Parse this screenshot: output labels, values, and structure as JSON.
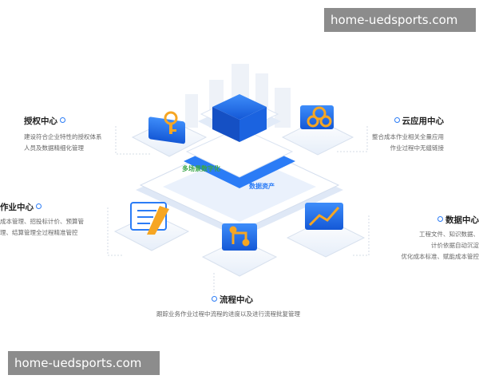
{
  "watermark": {
    "top": "home-uedsports.com",
    "bottom": "home-uedsports.com"
  },
  "center": {
    "left_text": "多场景数字化",
    "right_text": "数据资产"
  },
  "nodes": {
    "auth": {
      "title": "授权中心",
      "lines": [
        "建设符合企业特性的授权体系",
        "人员及数据精细化管理"
      ]
    },
    "cloud": {
      "title": "云应用中心",
      "lines": [
        "整合成本作业相关全量应用",
        "作业过程中无缝链接"
      ]
    },
    "work": {
      "title": "作业中心",
      "lines": [
        "成本管理、招投标计价、预算管",
        "理、结算管理全过程精准管控"
      ]
    },
    "data": {
      "title": "数据中心",
      "lines": [
        "工程文件、知识数据、",
        "计价依据自动沉淀",
        "优化成本标准、赋能成本管控"
      ]
    },
    "flow": {
      "title": "流程中心",
      "lines": [
        "跟踪业务作业过程中流程的进度以及进行流程批复管理"
      ]
    }
  },
  "colors": {
    "accent": "#2b7cf6",
    "icon_blue": "#1f6ef0",
    "icon_gold": "#f6a623"
  }
}
